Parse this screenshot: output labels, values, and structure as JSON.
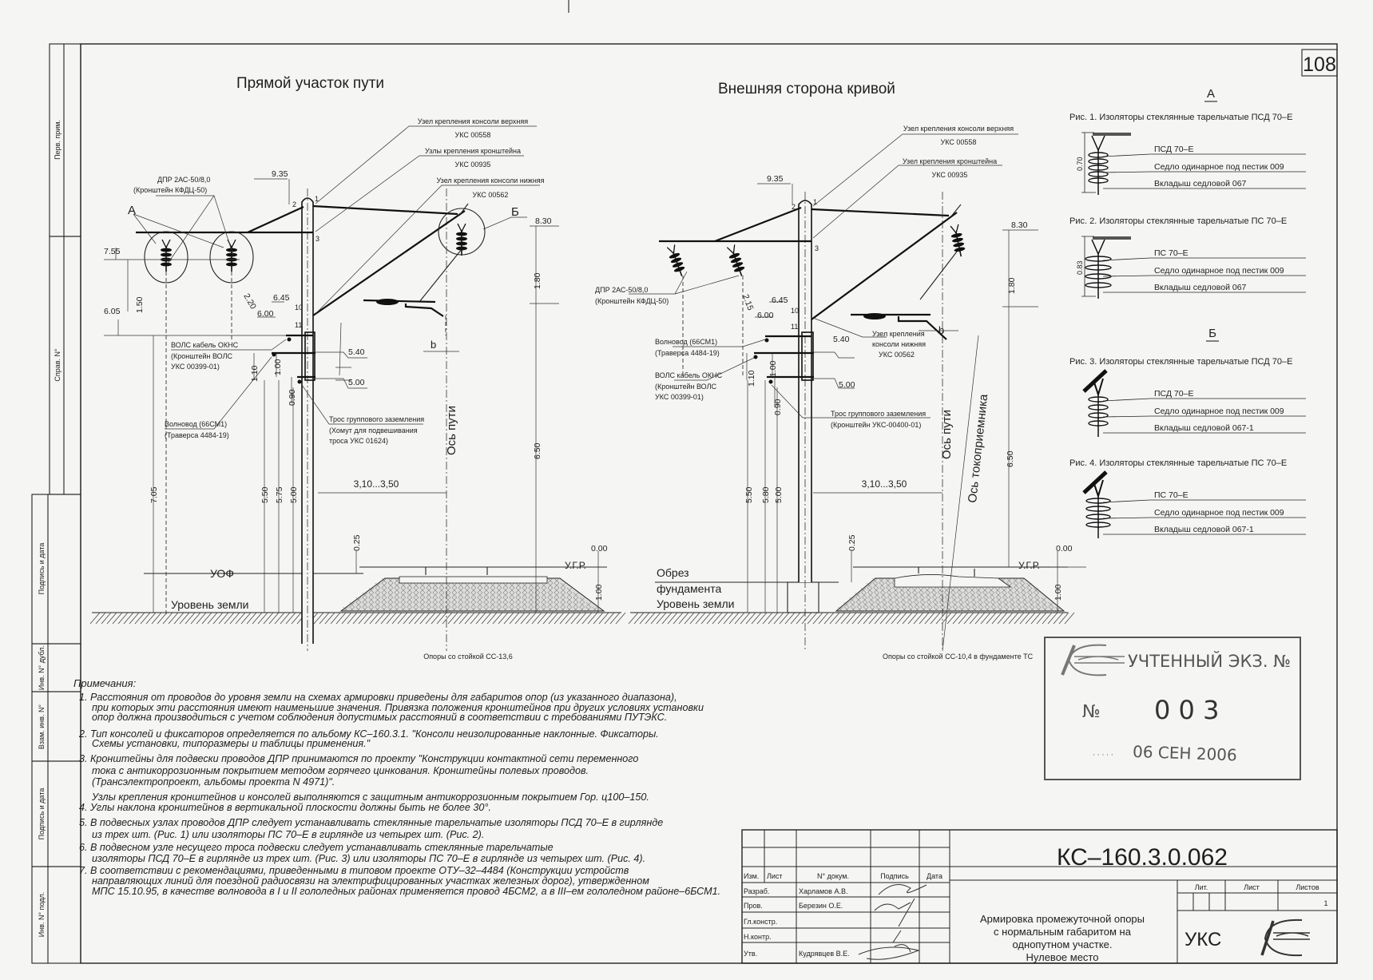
{
  "page_number": "108",
  "margin_stamp": [
    "Перв. прим.",
    "Справ. N°",
    "Подпись и дата",
    "Инв. N° дубл.",
    "Взам. инв. N°",
    "Подпись и дата",
    "Инв. N° подл."
  ],
  "left_view": {
    "title": "Прямой участок пути",
    "callouts": {
      "upper_console": "Узел крепления консоли верхняя",
      "upper_console_code": "УКС 00558",
      "bracket_nodes": "Узлы крепления кронштейна",
      "bracket_nodes_code": "УКС 00935",
      "lower_console": "Узел крепления консоли нижняя",
      "lower_console_code": "УКС 00562",
      "dpr": "ДПР 2АС-50/8,0",
      "dpr_bracket": "(Кронштейн КФДЦ-50)",
      "fiber": "ВОЛС кабель ОКНС",
      "fiber_bracket": "(Кронштейн ВОЛС",
      "fiber_code": "УКС 00399-01)",
      "ground_wire": "Трос группового заземления",
      "ground_clamp": "(Хомут для подвешивания",
      "ground_code": "троса УКС 01624)",
      "waveguide": "Волновод (66СМ1)",
      "waveguide_traverse": "(Траверса 4484-19)",
      "track_axis": "Ось пути",
      "uof": "УОФ",
      "ground_level": "Уровень земли",
      "rail_level": "У.Г.Р.",
      "mark_a": "А",
      "mark_b": "Б",
      "b": "b",
      "caption": "Опоры со стойкой СС-13,6"
    },
    "dims": {
      "h935": "9.35",
      "h830": "8.30",
      "h755": "7.55",
      "h605": "6.05",
      "d150": "1.50",
      "d220": "2.20",
      "h645": "6.45",
      "h600": "6.00",
      "h540": "5.40",
      "h500": "5.00",
      "d110": "1.10",
      "d100": "1.00",
      "d090": "0.90",
      "d180": "1.80",
      "d650": "6.50",
      "gauge": "3,10...3,50",
      "d705": "7.05",
      "d550": "5.50",
      "d575": "5.75",
      "d500": "5.00",
      "d025": "0.25",
      "h000": "0.00",
      "d100b": "1.00",
      "n1": "1",
      "n2": "2",
      "n3": "3",
      "n10": "10",
      "n11": "11"
    }
  },
  "right_view": {
    "title": "Внешняя сторона кривой",
    "callouts": {
      "upper_console": "Узел крепления консоли верхняя",
      "upper_console_code": "УКС 00558",
      "bracket_node": "Узел крепления кронштейна",
      "bracket_node_code": "УКС 00935",
      "dpr": "ДПР 2АС-50/8,0",
      "dpr_bracket": "(Кронштейн КФДЦ-50)",
      "waveguide": "Волновод (66СМ1)",
      "waveguide_traverse": "(Траверса 4484-19)",
      "fiber": "ВОЛС кабель ОКНС",
      "fiber_bracket": "(Кронштейн ВОЛС",
      "fiber_code": "УКС 00399-01)",
      "lower_console_1": "Узел крепления",
      "lower_console_2": "консоли нижняя",
      "lower_console_code": "УКС 00562",
      "ground_wire": "Трос группового заземления",
      "ground_bracket": "(Кронштейн УКС-00400-01)",
      "track_axis": "Ось пути",
      "pantograph_axis": "Ось токоприемника",
      "foundation_1": "Обрез",
      "foundation_2": "фундамента",
      "ground_level": "Уровень земли",
      "rail_level": "У.Г.Р.",
      "b": "b",
      "caption": "Опоры со стойкой СС-10,4 в фундаменте ТС"
    },
    "dims": {
      "h935": "9.35",
      "h830": "8.30",
      "d215": "2.15",
      "h645": "6.45",
      "h600": "6.00",
      "h540": "5.40",
      "h500": "5.00",
      "d110": "1.10",
      "d100": "1.00",
      "d090": "0.90",
      "d180": "1.80",
      "d650": "6.50",
      "gauge": "3,10...3,50",
      "d550": "5.50",
      "d580": "5.80",
      "d500": "5.00",
      "d025": "0.25",
      "h000": "0.00",
      "d100b": "1.00",
      "n1": "1",
      "n2": "2",
      "n3": "3",
      "n10": "10",
      "n11": "11"
    }
  },
  "details": {
    "a_title": "А",
    "b_title": "Б",
    "figures": [
      {
        "caption": "Рис. 1. Изоляторы стеклянные тарельчатые ПСД 70–Е",
        "dim": "0.70",
        "labels": [
          "ПСД 70–Е",
          "Седло одинарное под пестик 009",
          "Вкладыш седловой 067"
        ]
      },
      {
        "caption": "Рис. 2. Изоляторы стеклянные тарельчатые ПС 70–Е",
        "dim": "0.83",
        "labels": [
          "ПС 70–Е",
          "Седло одинарное под пестик 009",
          "Вкладыш седловой 067"
        ]
      },
      {
        "caption": "Рис. 3. Изоляторы стеклянные тарельчатые ПСД 70–Е",
        "labels": [
          "ПСД 70–Е",
          "Седло одинарное под пестик 009",
          "Вкладыш седловой 067-1"
        ]
      },
      {
        "caption": "Рис. 4. Изоляторы стеклянные тарельчатые ПС 70–Е",
        "labels": [
          "ПС 70–Е",
          "Седло одинарное под пестик 009",
          "Вкладыш седловой 067-1"
        ]
      }
    ]
  },
  "notes": {
    "heading": "Примечания:",
    "lines": [
      "1. Расстояния от проводов до уровня земли на схемах армировки приведены для габаритов опор (из указанного диапазона),",
      "при которых эти расстояния имеют наименьшие значения. Привязка положения кронштейнов при других условиях установки",
      "опор должна производиться с учетом соблюдения  допустимых расстояний в соответствии с требованиями ПУТЭКС.",
      "2. Тип консолей и фиксаторов определяется по альбому КС–160.3.1. \"Консоли неизолированные наклонные. Фиксаторы.",
      "Схемы установки, типоразмеры и таблицы применения.\"",
      "3. Кронштейны для подвески проводов ДПР принимаются по проекту \"Конструкции контактной сети переменного",
      "тока с антикоррозионным покрытием методом горячего цинкования. Кронштейны полевых проводов.",
      "(Трансэлектропроект, альбомы проекта N 4971)\".",
      "Узлы крепления кронштейнов и консолей выполняются с защитным антикоррозионным покрытием Гор. ц100–150.",
      "4. Углы наклона кронштейнов в вертикальной плоскости должны быть не более 30°.",
      "5. В подвесных узлах проводов ДПР следует устанавливать стеклянные тарельчатые изоляторы ПСД 70–Е в гирлянде",
      "из трех шт. (Рис. 1) или изоляторы ПС 70–Е в гирлянде из четырех шт. (Рис. 2).",
      "6. В подвесном узле несущего троса подвески следует устанавливать стеклянные тарельчатые",
      "изоляторы ПСД 70–Е в гирлянде из трех шт. (Рис. 3) или изоляторы ПС 70–Е в гирлянде из четырех шт. (Рис. 4).",
      "7. В соответствии с рекомендациями, приведенными в типовом проекте ОТУ–32–4484 (Конструкции устройств",
      "направляющих линий для поездной радиосвязи на электрифицированных участках железных дорог), утвержденном",
      "МПС 15.10.95, в качестве волновода в I и II гололедных районах применяется провод 4БСМ2, а в III–ем гололедном районе–6БСМ1."
    ]
  },
  "registration_stamp": {
    "header": "УЧТЕННЫЙ ЭКЗ. №",
    "no_sign": "№",
    "number": "0 0 3",
    "date": "06 СЕН 2006"
  },
  "title_block": {
    "doc_number": "КС–160.3.0.062",
    "headers": [
      "Изм.",
      "Лист",
      "N° докум.",
      "Подпись",
      "Дата"
    ],
    "roles": [
      {
        "role": "Разраб.",
        "name": "Харламов А.В."
      },
      {
        "role": "Пров.",
        "name": "Березин О.Е."
      },
      {
        "role": "Гл.констр.",
        "name": ""
      },
      {
        "role": "Н.контр.",
        "name": ""
      },
      {
        "role": "Утв.",
        "name": "Кудрявцев В.Е."
      }
    ],
    "title_lines": [
      "Армировка промежуточной опоры",
      "с нормальным габаритом на",
      "однопутном участке.",
      "Нулевое место"
    ],
    "lit_label": "Лит.",
    "sheet_label": "Лист",
    "sheets_label": "Листов",
    "sheets_value": "1",
    "org": "УКС"
  }
}
